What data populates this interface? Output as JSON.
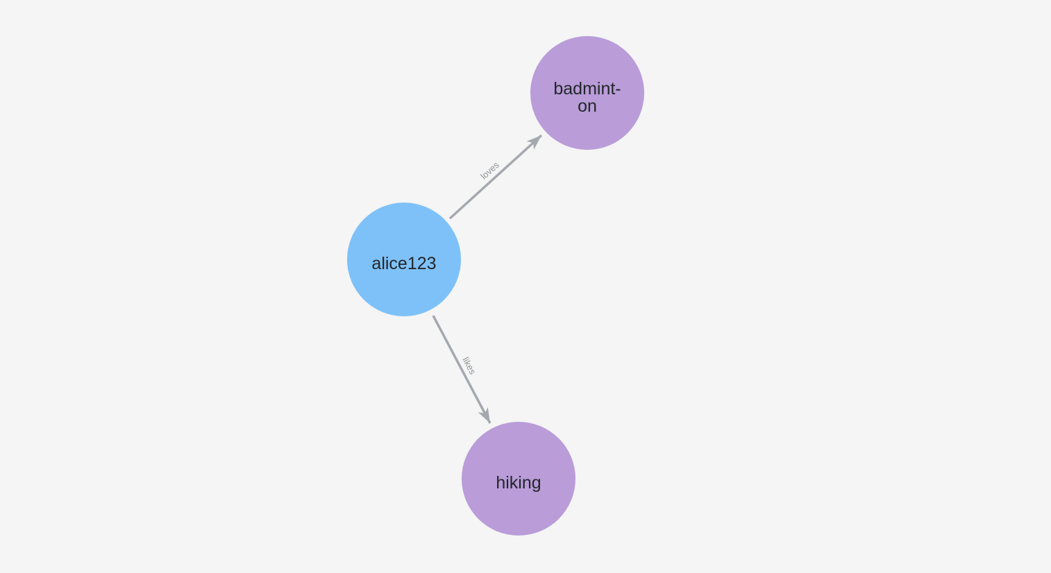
{
  "graph": {
    "background_color": "#F4F5F4",
    "edge_color": "#A5A8AF",
    "edge_label_color": "#8F9297",
    "node_label_color": "#22262A",
    "person_node_color": "#7EC1F8",
    "hobby_node_color": "#B99CD8",
    "nodes": [
      {
        "id": "alice123",
        "label": "alice123",
        "color": "#7EC1F8"
      },
      {
        "id": "badminton",
        "label": "badminton",
        "display_lines": [
          "badmint-",
          "on"
        ],
        "color": "#B99CD8"
      },
      {
        "id": "hiking",
        "label": "hiking",
        "color": "#B99CD8"
      }
    ],
    "edges": [
      {
        "from": "alice123",
        "to": "badminton",
        "label": "loves"
      },
      {
        "from": "alice123",
        "to": "hiking",
        "label": "likes"
      }
    ]
  }
}
